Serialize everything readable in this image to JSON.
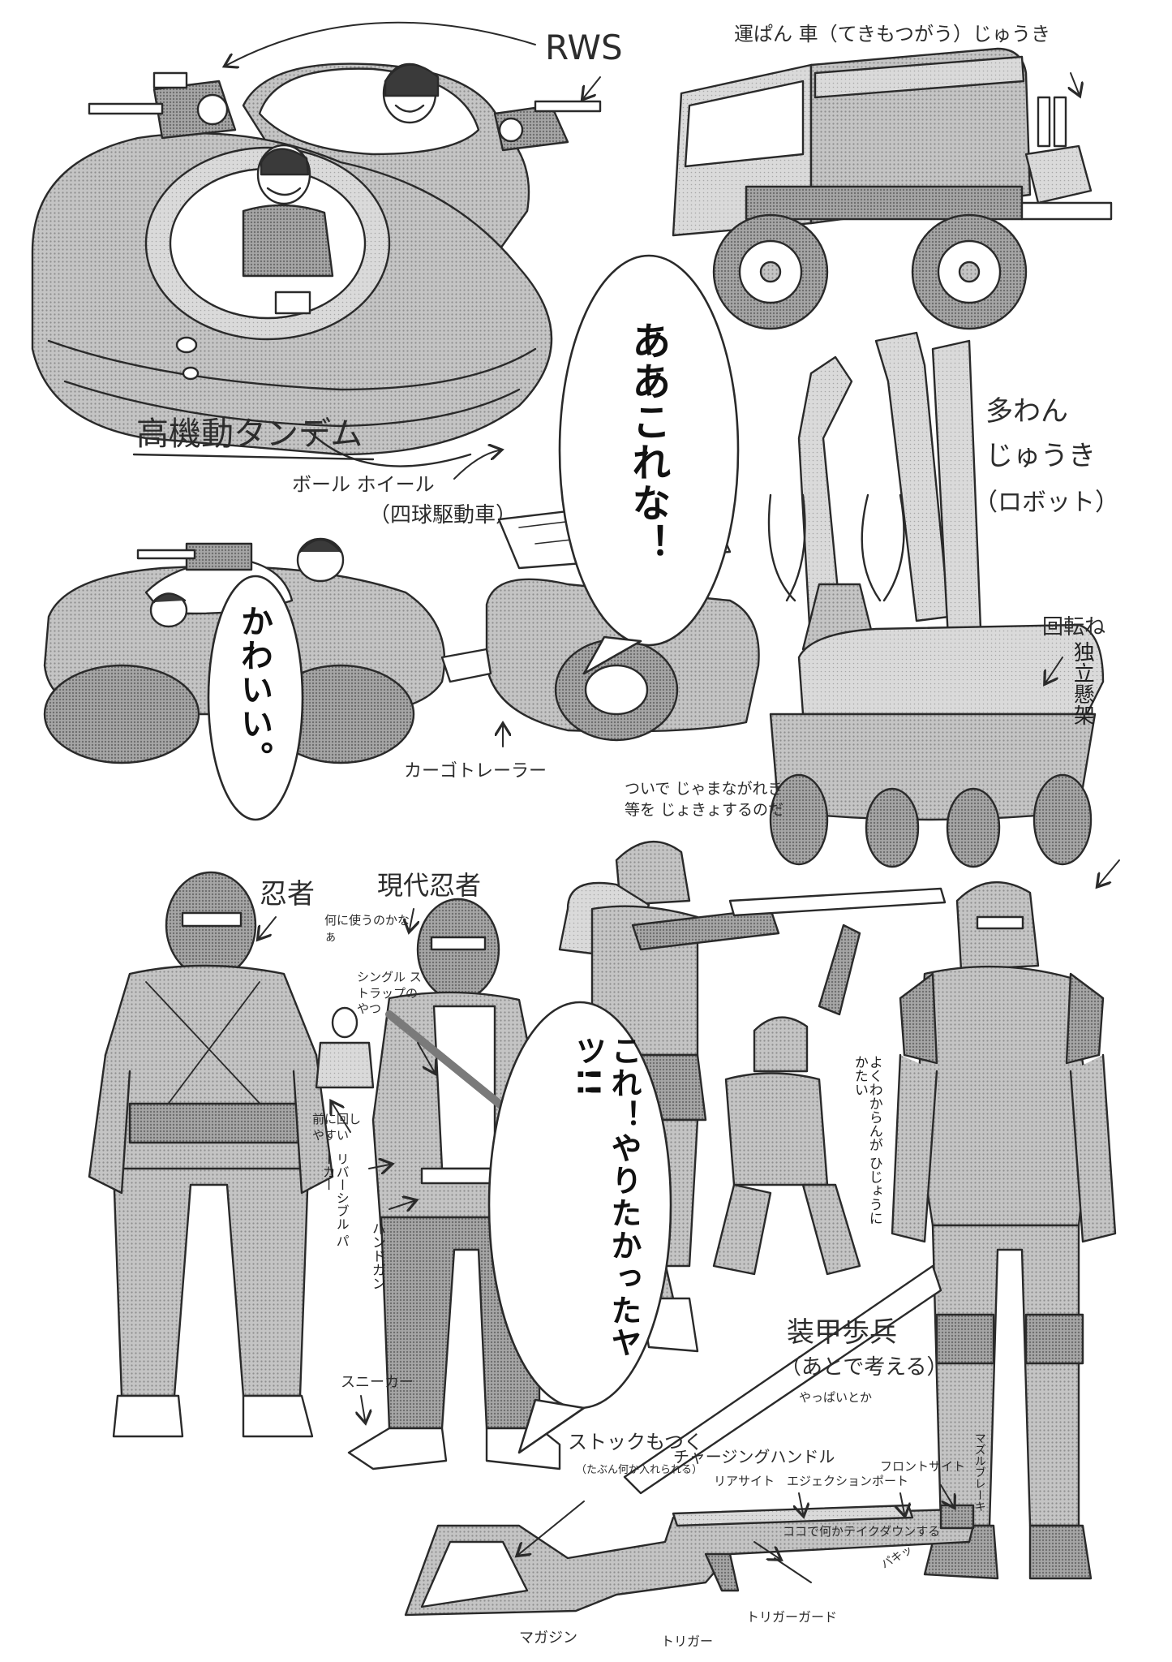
{
  "colors": {
    "ink": "#2a2a2a",
    "screentone": "#b9b9b9",
    "screentone_dark": "#9a9a9a",
    "paper": "#ffffff"
  },
  "labels": {
    "rws": "RWS",
    "truck": "運ぱん 車（てきもつがう）じゅうき",
    "tandem": "高機動タンデム",
    "ball_wheel": "ボール ホイール",
    "four_ball_drive": "（四球駆動車）",
    "cargo_trailer": "カーゴトレーラー",
    "multi_arm": "多わん",
    "heavy_machine": "じゅうき",
    "robot": "（ロボット）",
    "rotate": "回転ね",
    "independent_suspension": "独立懸架",
    "debris_note": "ついで じゃまながれき等を じょきょするのだ",
    "ninja": "忍者",
    "modern_ninja": "現代忍者",
    "what_to_use": "何に使うのかなぁ",
    "single_strap": "シングル ストラップの やつ",
    "front_easy": "前に回し やすい",
    "reversible_parka": "リバーシブル パーカー",
    "handgun": "ハンドガン",
    "sneaker": "スニーカー",
    "hard_note": "よくわからんが ひじょうにかたい",
    "armored_infantry": "装甲歩兵",
    "think_later": "（あとで考える）",
    "or_something": "やっぱいとか",
    "stock": "ストックもつく",
    "maybe_insert": "（たぶん何か入れられる）",
    "charging_handle": "チャージングハンドル",
    "rear_sight": "リアサイト",
    "ejection_port": "エジェクションポート",
    "front_sight": "フロントサイト",
    "muzzle_brake": "マズルブレーキ",
    "tactical_note": "ココで何かテイクダウンする",
    "magazine": "マガジン",
    "trigger": "トリガー",
    "trigger_guard": "トリガーガード",
    "click_sfx": "パキッ"
  },
  "bubbles": {
    "aa_korena": "ああこれな！",
    "kawaii": "かわいい。",
    "kore_yaritakatta": "これ！やりたかったヤツ!!"
  },
  "icons": [
    "arrow-icon"
  ]
}
